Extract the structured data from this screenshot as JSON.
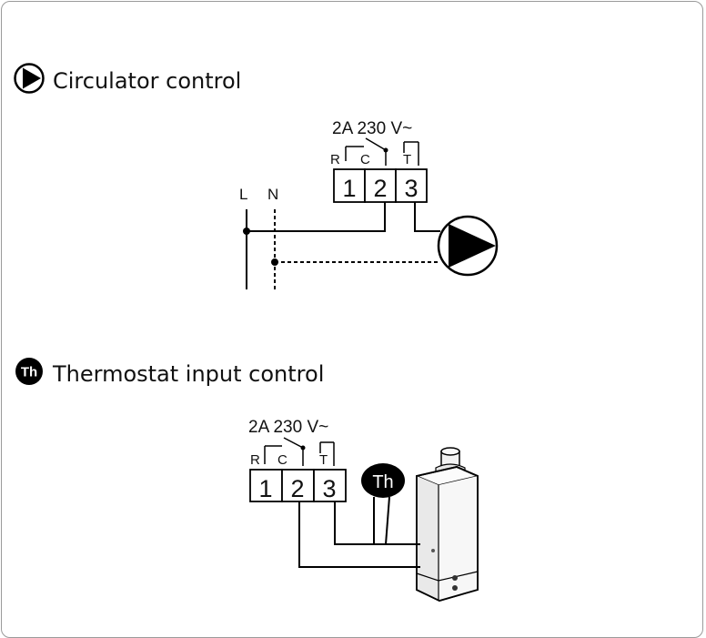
{
  "sections": [
    {
      "title": "Circulator control",
      "icon": "circulator-pump-icon",
      "rating": "2A 230 V~",
      "contacts": [
        "R",
        "C",
        "T"
      ],
      "terminals": [
        "1",
        "2",
        "3"
      ],
      "supply": [
        "L",
        "N"
      ]
    },
    {
      "title": "Thermostat input control",
      "icon": "thermostat-badge-icon",
      "badge": "Th",
      "rating": "2A 230 V~",
      "contacts": [
        "R",
        "C",
        "T"
      ],
      "terminals": [
        "1",
        "2",
        "3"
      ]
    }
  ]
}
